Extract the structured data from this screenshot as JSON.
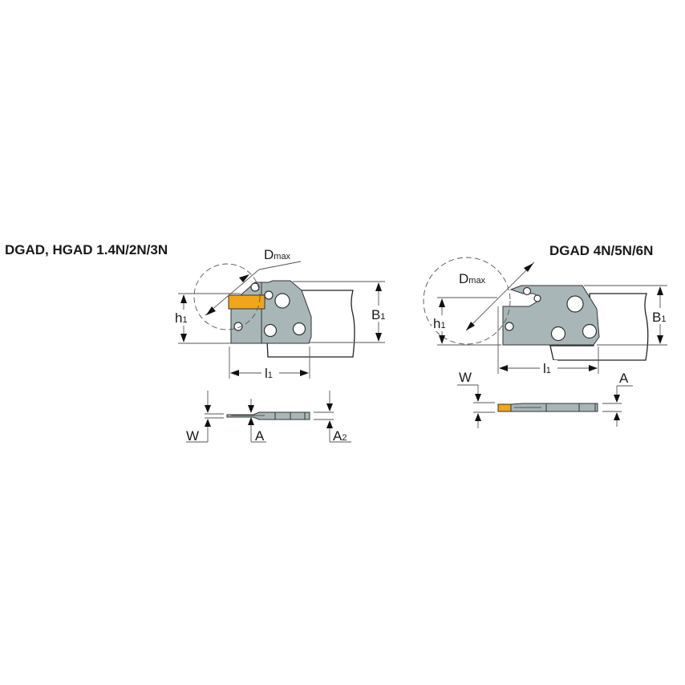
{
  "diagrams": [
    {
      "title": "DGAD, HGAD 1.4N/2N/3N",
      "labels": {
        "dmax": "D",
        "dmax_sub": "max",
        "h1": "h",
        "h1_sub": "1",
        "b1": "B",
        "b1_sub": "1",
        "l1": "l",
        "l1_sub": "1",
        "w": "W",
        "a": "A",
        "a2": "A",
        "a2_sub": "2"
      }
    },
    {
      "title": "DGAD 4N/5N/6N",
      "labels": {
        "dmax": "D",
        "dmax_sub": "max",
        "h1": "h",
        "h1_sub": "1",
        "b1": "B",
        "b1_sub": "1",
        "l1": "l",
        "l1_sub": "1",
        "w": "W",
        "a": "A"
      }
    }
  ],
  "colors": {
    "body_gray": "#a8b6b7",
    "insert_orange": "#f0a51c"
  }
}
